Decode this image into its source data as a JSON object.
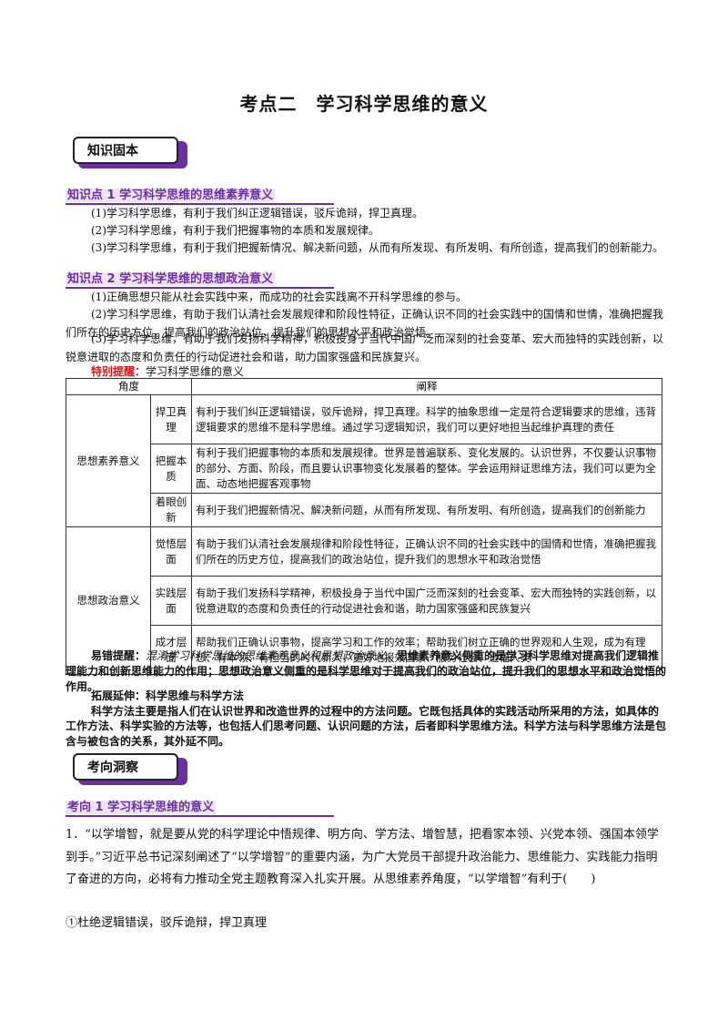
{
  "doc": {
    "title": "考点二　学习科学思维的意义"
  },
  "badge1": {
    "label": "知识固本"
  },
  "kp1": {
    "heading": "知识点 1  学习科学思维的思维素养意义",
    "items": [
      "(1)学习科学思维，有利于我们纠正逻辑错误，驳斥诡辩，捍卫真理。",
      "(2)学习科学思维，有利于我们把握事物的本质和发展规律。",
      "(3)学习科学思维，有利于我们把握新情况、解决新问题，从而有所发现、有所发明、有所创造，提高我们的创新能力。"
    ]
  },
  "kp2": {
    "heading": "知识点 2  学习科学思维的思想政治意义",
    "items": [
      "(1)正确思想只能从社会实践中来，而成功的社会实践离不开科学思维的参与。",
      "(2)学习科学思维，有助于我们认清社会发展规律和阶段性特征，正确认识不同的社会实践中的国情和世情，准确把握我们所在的历史方位，提高我们的政治站位，提升我们的思想水平和政治觉悟。",
      "(3)学习科学思维，有助于我们发扬科学精神，积极投身于当代中国广泛而深刻的社会变革、宏大而独特的实践创新，以锐意进取的态度和负责任的行动促进社会和谐，助力国家强盛和民族复兴。"
    ]
  },
  "tip": {
    "label": "特别提醒：",
    "text": "学习科学思维的意义"
  },
  "table": {
    "head_angle": "角度",
    "head_explain": "阐释",
    "group1": "思想素养意义",
    "group2": "思想政治意义",
    "rows": [
      {
        "sub": "捍卫真理",
        "text": "有利于我们纠正逻辑错误，驳斥诡辩，捍卫真理。科学的抽象思维一定是符合逻辑要求的思维，违背逻辑要求的思维不是科学思维。通过学习逻辑知识，我们可以更好地担当起维护真理的责任"
      },
      {
        "sub": "把握本质",
        "text": "有利于我们把握事物的本质和发展规律。世界是普遍联系、变化发展的。认识世界，不仅要认识事物的部分、方面、阶段，而且要认识事物变化发展着的整体。学会运用辩证思维方法，我们可以更为全面、动态地把握客观事物"
      },
      {
        "sub": "着眼创新",
        "text": "有利于我们把握新情况、解决新问题，从而有所发现、有所发明、有所创造，提高我们的创新能力"
      },
      {
        "sub": "觉悟层面",
        "text": "有助于我们认清社会发展规律和阶段性特征，正确认识不同的社会实践中的国情和世情，准确把握我们所在的历史方位，提高我们的政治站位，提升我们的思想水平和政治觉悟"
      },
      {
        "sub": "实践层面",
        "text": "有助于我们发扬科学精神，积极投身于当代中国广泛而深刻的社会变革、宏大而独特的实践创新，以锐意进取的态度和负责任的行动促进社会和谐，助力国家强盛和民族复兴"
      },
      {
        "sub": "成才层面",
        "text": "帮助我们正确认识事物，提高学习和工作的效率；帮助我们树立正确的世界观和人生观，成为有理想、有本领、有担当的时代新人，更好地报效国家、服务社会、造福人类"
      }
    ]
  },
  "mistake": {
    "label": "易错提醒：",
    "italic": "混淆学习科学思维的思维素养意义和思想政治意义。",
    "bold": "思维素养意义侧重的是学习科学思维对提高我们逻辑推理能力和创新思维能力的作用；思想政治意义侧重的是科学思维对于提高我们的政治站位，提升我们的思想水平和政治觉悟的作用。"
  },
  "extension": {
    "heading": "拓展延伸：科学思维与科学方法",
    "text": "科学方法主要是指人们在认识世界和改造世界的过程中的方法问题。它既包括具体的实践活动所采用的方法，如具体的工作方法、科学实验的方法等，也包括人们思考问题、认识问题的方法，后者即科学思维方法。科学方法与科学思维方法是包含与被包含的关系，其外延不同。"
  },
  "badge2": {
    "label": "考向洞察"
  },
  "kx1": {
    "heading": "考向 1  学习科学思维的意义"
  },
  "question": {
    "stem": "1．“以学增智，就是要从党的科学理论中悟规律、明方向、学方法、增智慧，把看家本领、兴党本领、强国本领学到手。”习近平总书记深刻阐述了“以学增智”的重要内涵，为广大党员干部提升政治能力、思维能力、实践能力指明了奋进的方向，必将有力推动全党主题教育深入扎实开展。从思维素养角度，“以学增智”有利于(　　)",
    "option1": "①杜绝逻辑错误，驳斥诡辩，捍卫真理"
  }
}
